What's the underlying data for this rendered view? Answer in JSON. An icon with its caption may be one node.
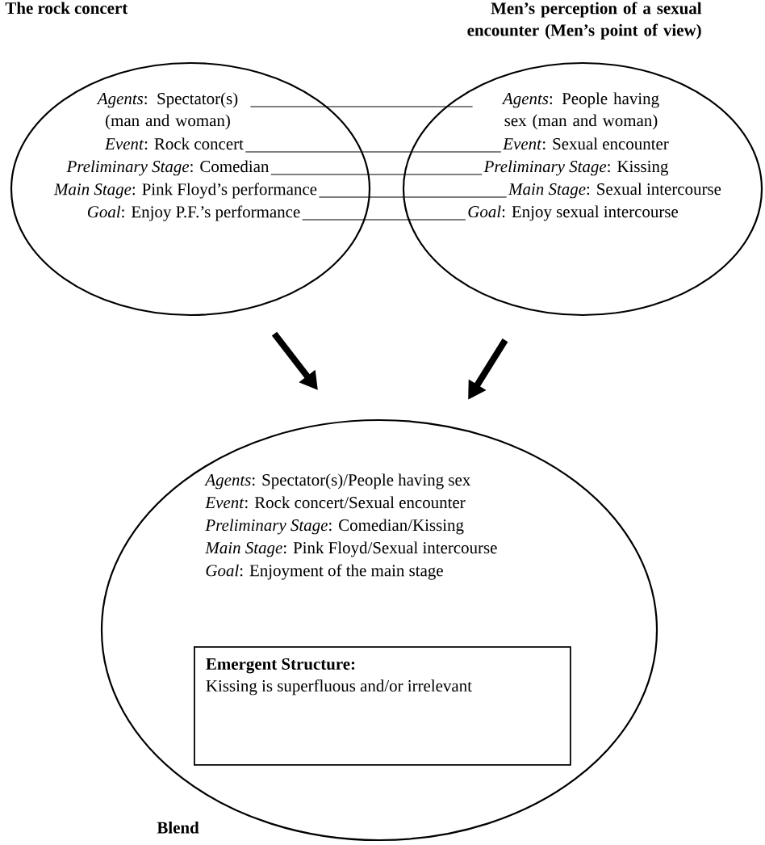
{
  "diagram": {
    "nodes": [
      {
        "text": [
          "The rock concert"
        ]
      },
      {
        "text": [
          "Men’s perception of a sexual encounter (Men’s point of view)"
        ]
      },
      {
        "text": [
          "*Agents*: Spectator(s) (man and woman)"
        ],
        "in": 0
      },
      {
        "text": [
          "*Event*: Rock concert"
        ],
        "in": 0
      },
      {
        "text": [
          "*Preliminary Stage*: Comedian"
        ],
        "in": 0
      },
      {
        "text": [
          "*Main Stage*: Pink Floyd’s performance"
        ],
        "in": 0
      },
      {
        "text": [
          "*Goal*: Enjoy P.F.’s performance"
        ],
        "in": 0
      },
      {
        "text": [
          "*Agents*: People having sex (man and woman)"
        ],
        "in": 1
      },
      {
        "text": [
          "*Event*: Sexual encounter"
        ],
        "in": 1
      },
      {
        "text": [
          "*Preliminary Stage*: Kissing"
        ],
        "in": 1
      },
      {
        "text": [
          "*Main Stage*: Sexual intercourse"
        ],
        "in": 1
      },
      {
        "text": [
          "*Goal*: Enjoy sexual intercourse"
        ],
        "in": 1
      },
      {
        "text": [
          "*Agents*: Spectator(s)/People having sex",
          "*Event*: Rock concert/Sexual encounter",
          "*Preliminary Stage*: Comedian/Kissing",
          "*Main Stage*: Pink Floyd/Sexual intercourse",
          "*Goal*: Enjoyment of the main stage",
          "Blend"
        ]
      },
      {
        "text": [
          "Emergent Structure:",
          "Kissing is superfluous and/or irrelevant"
        ],
        "in": 12
      }
    ],
    "edges": [
      {
        "from": 2,
        "to": 7,
        "arrow": "none"
      },
      {
        "from": 3,
        "to": 8,
        "arrow": "none"
      },
      {
        "from": 4,
        "to": 9,
        "arrow": "none"
      },
      {
        "from": 5,
        "to": 10,
        "arrow": "none"
      },
      {
        "from": 6,
        "to": 11,
        "arrow": "none"
      },
      {
        "from": 0,
        "to": 12,
        "arrow": "to",
        "style": "thick"
      },
      {
        "from": 1,
        "to": 12,
        "arrow": "to",
        "style": "thick"
      }
    ]
  }
}
